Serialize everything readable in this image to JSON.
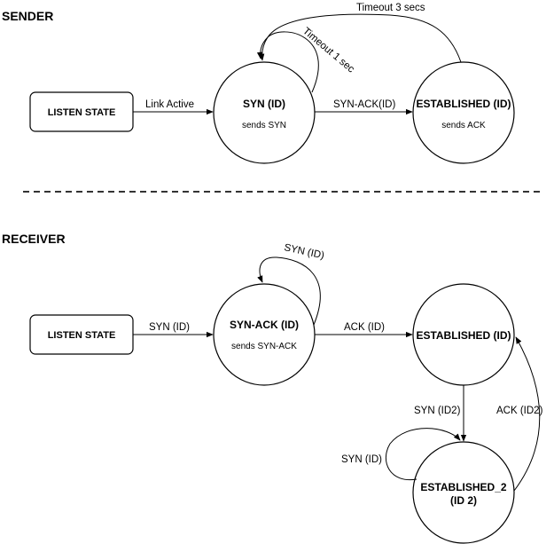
{
  "sender": {
    "title": "SENDER",
    "listen_state": "LISTEN STATE",
    "syn_state": {
      "title": "SYN (ID)",
      "subtitle": "sends SYN"
    },
    "established_state": {
      "title": "ESTABLISHED (ID)",
      "subtitle": "sends ACK"
    },
    "edges": {
      "link_active": "Link Active",
      "syn_ack": "SYN-ACK(ID)",
      "timeout_1": "Timeout 1 sec",
      "timeout_3": "Timeout 3 secs"
    }
  },
  "receiver": {
    "title": "RECEIVER",
    "listen_state": "LISTEN STATE",
    "syn_ack_state": {
      "title": "SYN-ACK (ID)",
      "subtitle": "sends SYN-ACK"
    },
    "established_state": {
      "title": "ESTABLISHED (ID)"
    },
    "established_2_state": {
      "title_line1": "ESTABLISHED_2",
      "title_line2": "(ID 2)"
    },
    "edges": {
      "syn_id_in": "SYN (ID)",
      "syn_id_loop": "SYN (ID)",
      "ack_id": "ACK (ID)",
      "syn_id2": "SYN (ID2)",
      "ack_id2": "ACK (ID2)",
      "syn_id_loop2": "SYN (ID)"
    }
  }
}
